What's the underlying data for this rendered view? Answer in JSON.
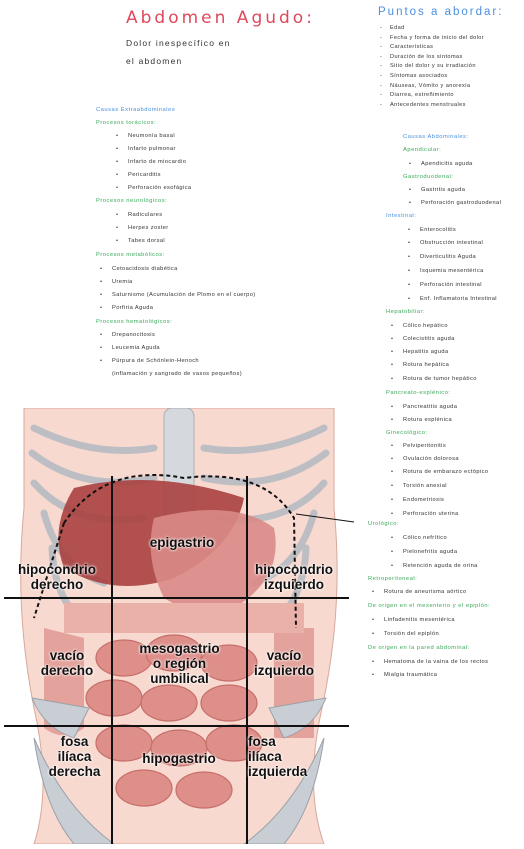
{
  "header": {
    "title": "Abdomen Agudo:",
    "subtitle_line1": "Dolor inespecífico en",
    "subtitle_line2": "el abdomen"
  },
  "puntos": {
    "title": "Puntos a abordar:",
    "items": [
      "Edad",
      "Fecha y forma de inicio del dolor",
      "Características",
      "Duración de los síntomas",
      "Sitio del dolor y su irradiación",
      "Síntomas asociados",
      "Náuseas, Vómito y anorexia",
      "Diarrea, estreñimiento",
      "Antecedentes menstruales"
    ]
  },
  "extra": {
    "title": "Causas Extraabdominales",
    "groups": [
      {
        "title": "Procesos torácicos:",
        "items": [
          "Neumonía basal",
          "Infarto pulmonar",
          "Infarto de miocardio",
          "Pericarditis",
          "Perforación esofágica"
        ]
      },
      {
        "title": "Procesos neurológicos:",
        "items": [
          "Radiculares",
          "Herpes zoster",
          "Tabes dorsal"
        ]
      },
      {
        "title": "Procesos metabólicos:",
        "items": [
          "Cetoacidosis diabética",
          "Uremia",
          "Saturnismo (Acumulación de Plomo en el cuerpo)",
          "Porfiria Aguda"
        ]
      },
      {
        "title": "Procesos hematológicos:",
        "items": [
          "Drepanocitosis",
          "Leucemia Aguda",
          "Púrpura de Schönlein-Henoch"
        ]
      }
    ],
    "note": "(inflamación y sangrado de vasos pequeños)"
  },
  "abd": {
    "title": "Causas Abdominales:",
    "apend": {
      "title": "Apendicular:",
      "items": [
        "Apendicitis aguda"
      ]
    },
    "gastro": {
      "title": "Gastroduodenal:",
      "items": [
        "Gastritis aguda",
        "Perforación gastroduodenal"
      ]
    },
    "intest": {
      "title": "Intestinal:",
      "items": [
        "Enterocolitis",
        "Obstrucción intestinal",
        "Diverticulitis Aguda",
        "Isquemia mesentérica",
        "Perforación intestinal",
        "Enf. Inflamatoria Intestinal"
      ]
    },
    "hepa": {
      "title": "Hepatobiliar:",
      "items": [
        "Cólico hepático",
        "Colecistitis aguda",
        "Hepatitis aguda",
        "Rotura hepática",
        "Rotura de tumor hepático"
      ]
    },
    "panc": {
      "title": "Pancreato-esplénico:",
      "items": [
        "Pancreatitis aguda",
        "Rotura esplénica"
      ]
    },
    "gine": {
      "title": "Ginecológico:",
      "items": [
        "Pelviperitonitis",
        "Ovulación dolorosa",
        "Rotura de embarazo ectópico",
        "Torsión anexial",
        "Endometriosis",
        "Perforación uterina"
      ]
    },
    "uro": {
      "title": "Urológico:",
      "items": [
        "Cólico nefrítico",
        "Pielonefritis aguda",
        "Retención aguda de orina"
      ]
    },
    "retro": {
      "title": "Retroperitoneal:",
      "items": [
        "Rotura de aneurisma aórtico"
      ]
    },
    "mesen": {
      "title": "De origen en el mesenterio y el epiplón:",
      "items": [
        "Linfadenitis mesentérica",
        "Torsión del epiplón"
      ]
    },
    "pared": {
      "title": "De origen en la pared abdominal:",
      "items": [
        "Hematoma de la vaina de los rectos",
        "Mialgia traumática"
      ]
    }
  },
  "regions": {
    "epigastrio": "epigastrio",
    "hipo_der_1": "hipocondrio",
    "hipo_der_2": "derecho",
    "hipo_izq_1": "hipocondrio",
    "hipo_izq_2": "izquierdo",
    "vacio_der_1": "vacío",
    "vacio_der_2": "derecho",
    "meso_1": "mesogastrio",
    "meso_2": "o región",
    "meso_3": "umbilical",
    "vacio_izq_1": "vacío",
    "vacio_izq_2": "izquierdo",
    "fosa_der_1": "fosa",
    "fosa_der_2": "ilíaca",
    "fosa_der_3": "derecha",
    "hipogastrio": "hipogastrio",
    "fosa_izq_1": "fosa",
    "fosa_izq_2": "ilíaca",
    "fosa_izq_3": "izquierda"
  },
  "colors": {
    "title": "#e0475b",
    "heading_blue": "#4a8fe0",
    "heading_green": "#3aaa5a"
  }
}
